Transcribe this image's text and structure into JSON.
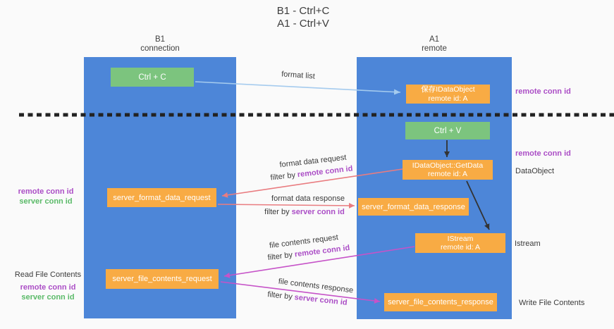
{
  "title": {
    "line1": "B1 - Ctrl+C",
    "line2": "A1 - Ctrl+V"
  },
  "columns": {
    "left": {
      "name": "B1",
      "role": "connection"
    },
    "right": {
      "name": "A1",
      "role": "remote"
    }
  },
  "boxes": {
    "ctrl_c": {
      "label": "Ctrl + C"
    },
    "ctrl_v": {
      "label": "Ctrl + V"
    },
    "save_dataobject": {
      "line1": "保存IDataObject",
      "line2": "remote id: A"
    },
    "getdata": {
      "line1": "IDataObject::GetData",
      "line2": "remote id: A"
    },
    "istream": {
      "line1": "IStream",
      "line2": "remote id: A"
    },
    "server_format_data_request": {
      "label": "server_format_data_request"
    },
    "server_format_data_response": {
      "label": "server_format_data_response"
    },
    "server_file_contents_request": {
      "label": "server_file_contents_request"
    },
    "server_file_contents_response": {
      "label": "server_file_contents_response"
    }
  },
  "side_labels": {
    "remote_conn_id_top_right": "remote conn id",
    "remote_conn_id_ctrl_v": "remote conn id",
    "dataobject": "DataObject",
    "istream": "Istream",
    "write_file_contents": "Write File Contents",
    "format_remote_conn_id": "remote conn id",
    "format_server_conn_id": "server conn id",
    "read_file_contents": "Read File Contents",
    "file_remote_conn_id": "remote conn id",
    "file_server_conn_id": "server conn id"
  },
  "arrow_labels": {
    "format_list": "format list",
    "format_data_request": "format data request",
    "format_data_response": "format data response",
    "file_contents_request": "file contents request",
    "file_contents_response": "file contents response",
    "filter_by": "filter by",
    "remote_conn_id": "remote conn id",
    "server_conn_id": "server conn id"
  },
  "colors": {
    "column_blue": "#4d86d8",
    "box_green": "#7cc47e",
    "box_orange": "#f8ab44",
    "purple_label": "#ab4ec6",
    "green_label": "#5aba68",
    "arrow_red": "#e97c80",
    "arrow_magenta": "#c653c8",
    "arrow_light_blue": "#a5cbee",
    "arrow_black": "#333333",
    "dashed_line": "#222222"
  }
}
